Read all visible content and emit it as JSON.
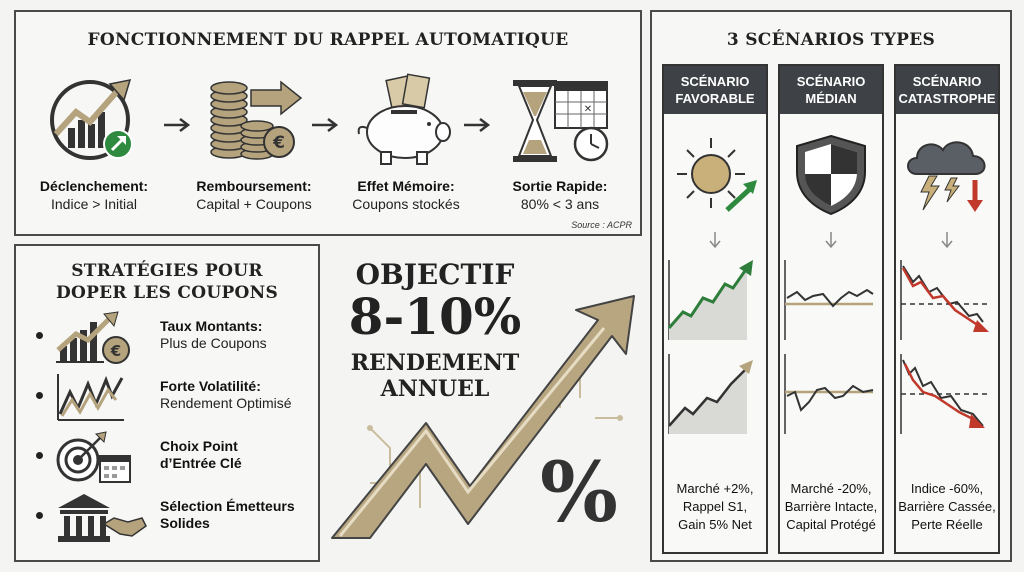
{
  "mechanism": {
    "title": "FONCTIONNEMENT DU RAPPEL AUTOMATIQUE",
    "steps": [
      {
        "name": "Déclenchement:",
        "desc": "Indice > Initial",
        "icon": "trend-up-check-icon"
      },
      {
        "name": "Remboursement:",
        "desc": "Capital + Coupons",
        "icon": "coins-euro-icon"
      },
      {
        "name": "Effet Mémoire:",
        "desc": "Coupons stockés",
        "icon": "piggy-bank-icon"
      },
      {
        "name": "Sortie Rapide:",
        "desc": "80% < 3 ans",
        "icon": "hourglass-calendar-icon"
      }
    ],
    "source": "Source : ACPR"
  },
  "strategies": {
    "title_line1": "STRATÉGIES POUR",
    "title_line2": "DOPER LES COUPONS",
    "items": [
      {
        "name": "Taux Montants:",
        "desc": "Plus de Coupons",
        "icon": "chart-euro-icon"
      },
      {
        "name": "Forte Volatilité:",
        "desc": "Rendement Optimisé",
        "icon": "zigzag-chart-icon"
      },
      {
        "name_line1": "Choix Point",
        "name_line2": "d’Entrée Clé",
        "icon": "target-calendar-icon"
      },
      {
        "name_line1": "Sélection Émetteurs",
        "name_line2": "Solides",
        "icon": "bank-handshake-icon"
      }
    ]
  },
  "objective": {
    "line1": "OBJECTIF",
    "line2": "8-10%",
    "line3": "RENDEMENT",
    "line4": "ANNUEL",
    "percent": "%"
  },
  "scenarios": {
    "title": "3 SCÉNARIOS TYPES",
    "columns": [
      {
        "head_line1": "SCÉNARIO",
        "head_line2": "FAVORABLE",
        "foot": [
          "Marché +2%,",
          "Rappel S1,",
          "Gain 5% Net"
        ],
        "icon": "sun-arrow-icon"
      },
      {
        "head_line1": "SCÉNARIO",
        "head_line2": "MÉDIAN",
        "foot": [
          "Marché -20%,",
          "Barrière Intacte,",
          "Capital Protégé"
        ],
        "icon": "shield-icon"
      },
      {
        "head_line1": "SCÉNARIO",
        "head_line2": "CATASTROPHE",
        "foot": [
          "Indice -60%,",
          "Barrière Cassée,",
          "Perte Réelle"
        ],
        "icon": "storm-cloud-icon"
      }
    ]
  }
}
